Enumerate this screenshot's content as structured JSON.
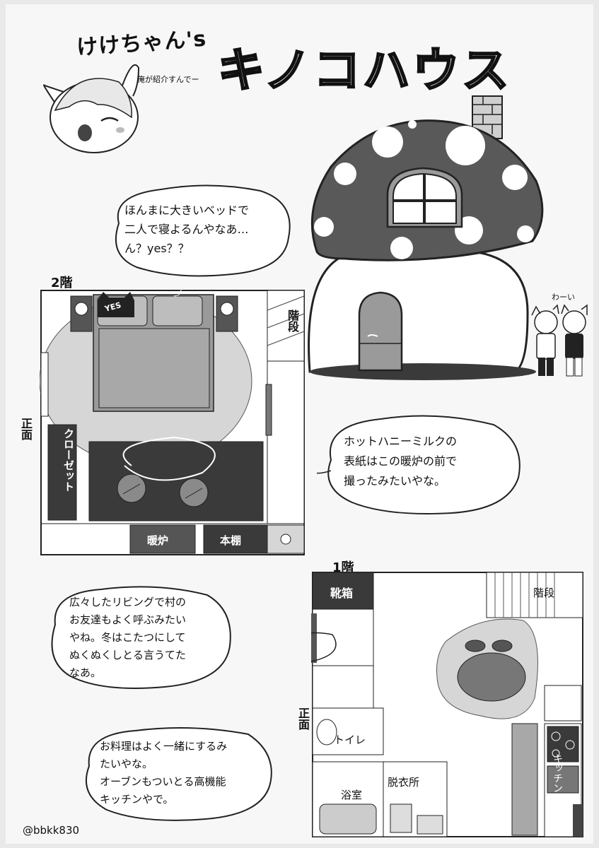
{
  "header": {
    "pre_title": "けけちゃん's",
    "title": "キノコハウス",
    "subtitle": "俺が紹介すんでー"
  },
  "floor2": {
    "label": "2階",
    "front_label": "正面",
    "stairs_label": "階段",
    "closet_label": "クローゼット",
    "fireplace_label": "暖炉",
    "bookshelf_label": "本棚",
    "pillow_text": "YES"
  },
  "floor1": {
    "label": "1階",
    "front_label": "正面",
    "shoe_box_label": "靴箱",
    "stairs_label": "階段",
    "toilet_label": "トイレ",
    "bath_label": "浴室",
    "dressing_label": "脱衣所",
    "kitchen_label": "キッチン"
  },
  "bubbles": {
    "bed_comment": [
      "ほんまに大きいベッドで",
      "二人で寝よるんやなあ…",
      "ん？yes？？"
    ],
    "fireplace_comment": [
      "ホットハニーミルクの",
      "表紙はこの暖炉の前で",
      "撮ったみたいやな。"
    ],
    "living_comment": [
      "広々したリビングで村の",
      "お友達もよく呼ぶみたい",
      "やね。冬はこたつにして",
      "ぬくぬくしとる言うてた",
      "なあ。"
    ],
    "cooking_comment": [
      "お料理はよく一緒にするみ",
      "たいやな。",
      "オーブンもついとる高機能",
      "キッチンやで。"
    ]
  },
  "characters": {
    "cheer": "わーい"
  },
  "credit": "@bbkk830",
  "colors": {
    "background": "#f7f7f7",
    "mushroom_cap": "#595959",
    "dark_furniture": "#3a3a3a",
    "rug": "#d6d6d6"
  }
}
